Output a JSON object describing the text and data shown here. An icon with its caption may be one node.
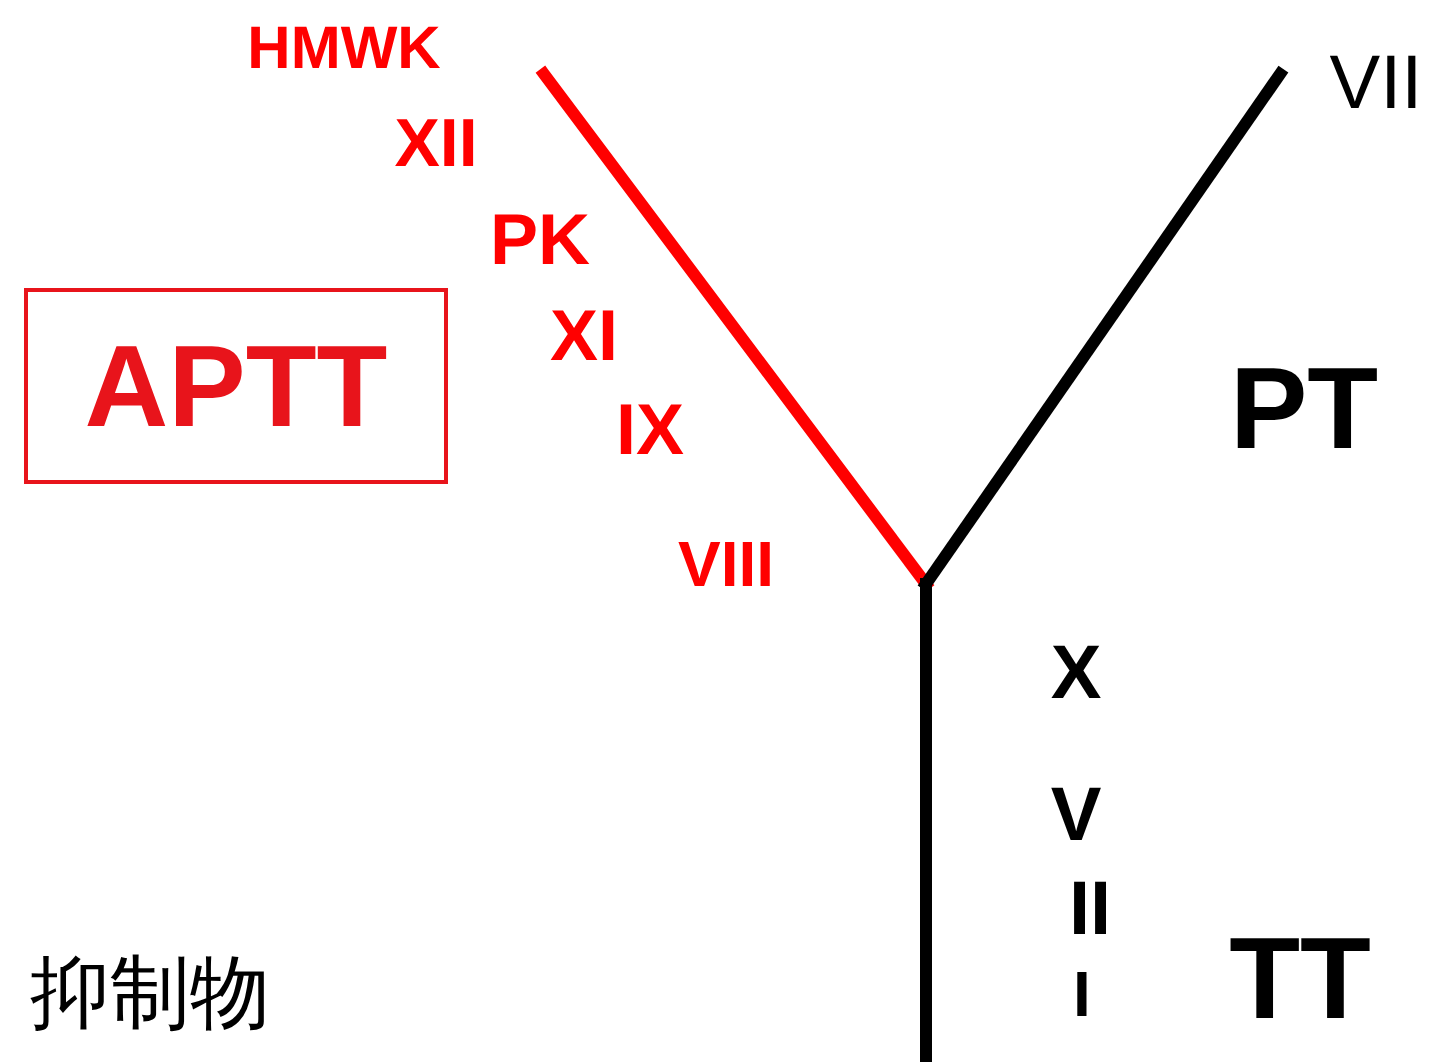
{
  "diagram": {
    "nodes": [
      {
        "text": [
          "APTT"
        ]
      }
    ],
    "labels": [
      "HMWK",
      "XII",
      "PK",
      "XI",
      "IX",
      "VIII",
      "VII",
      "PT",
      "X",
      "V",
      "II",
      "I",
      "TT",
      "抑制物"
    ]
  }
}
